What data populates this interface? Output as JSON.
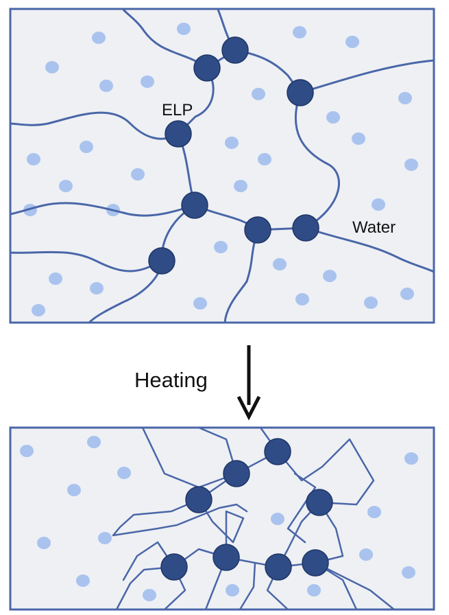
{
  "labels": {
    "elp": "ELP",
    "water": "Water",
    "heating": "Heating"
  },
  "colors": {
    "frame": "#4a66a8",
    "background": "#eef0f4",
    "water_dot": "#a9c3ee",
    "elp_node": "#2f4c86",
    "chain": "#4a66a8",
    "arrow": "#111111"
  }
}
